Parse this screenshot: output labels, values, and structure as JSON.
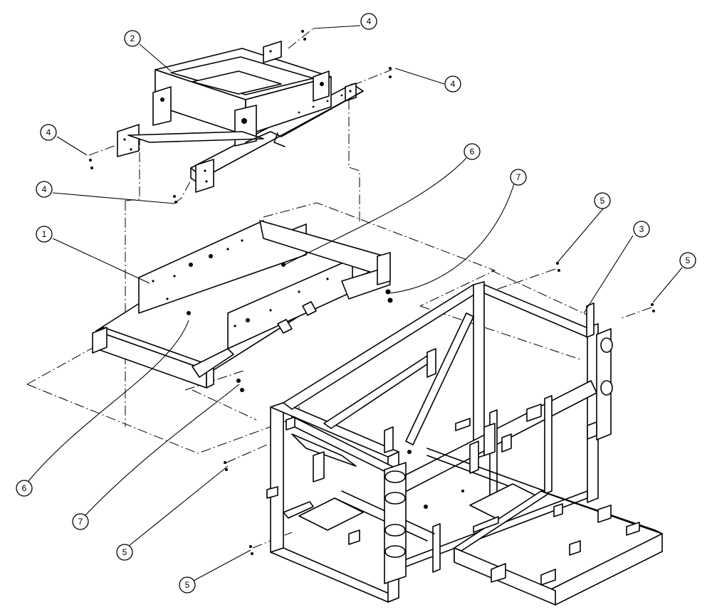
{
  "callouts": [
    {
      "label": "1"
    },
    {
      "label": "2"
    },
    {
      "label": "3"
    },
    {
      "label": "4"
    },
    {
      "label": "4"
    },
    {
      "label": "4"
    },
    {
      "label": "4"
    },
    {
      "label": "5"
    },
    {
      "label": "5"
    },
    {
      "label": "5"
    },
    {
      "label": "5"
    },
    {
      "label": "6"
    },
    {
      "label": "6"
    },
    {
      "label": "7"
    },
    {
      "label": "7"
    }
  ]
}
